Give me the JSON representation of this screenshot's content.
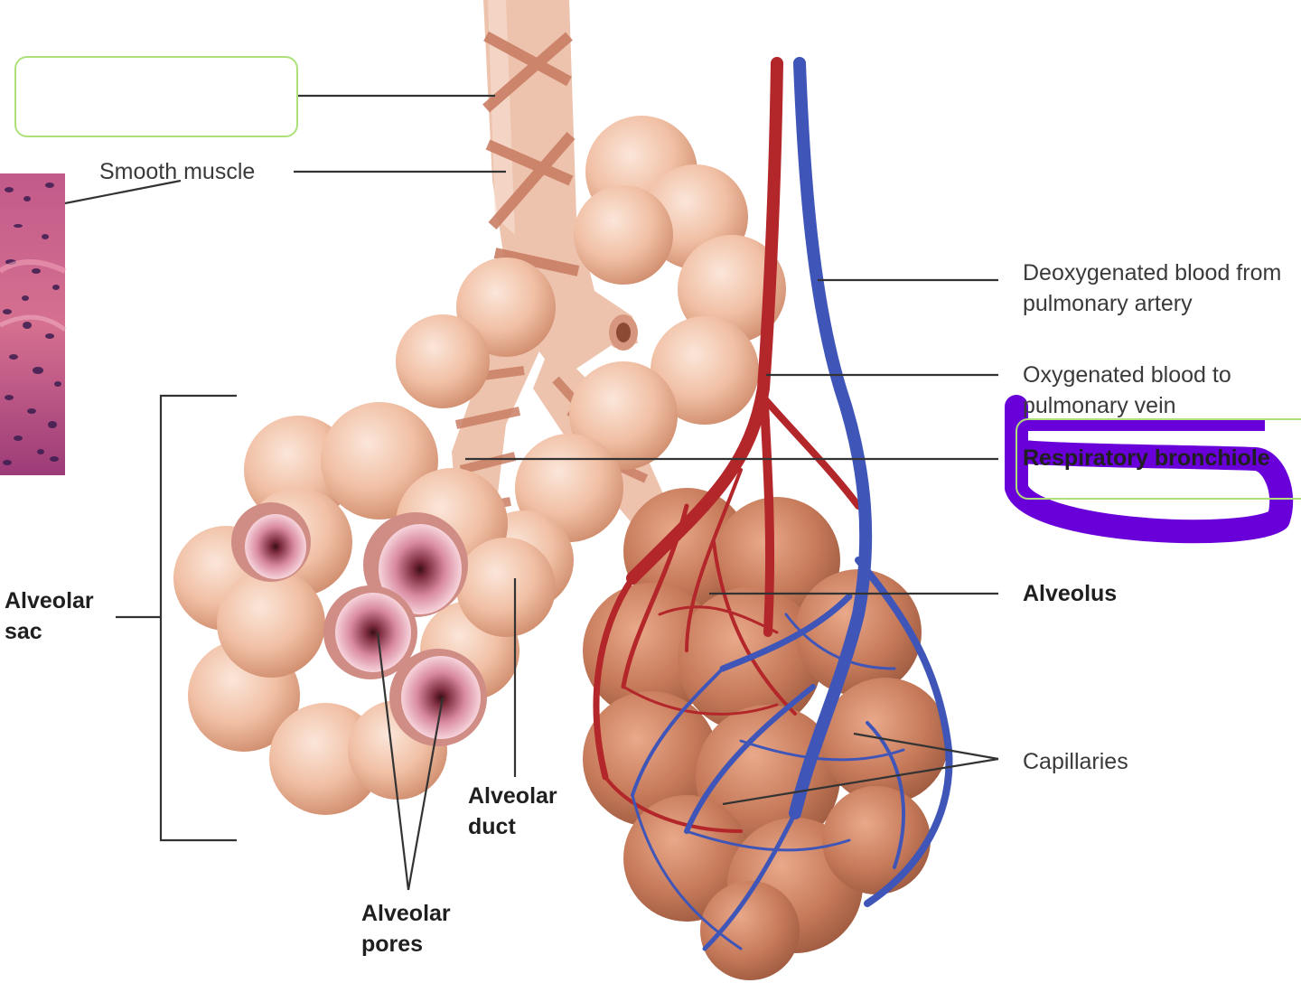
{
  "labels": {
    "smooth_muscle": "Smooth muscle",
    "deoxygenated_line1": "Deoxygenated blood from",
    "deoxygenated_line2": "pulmonary artery",
    "oxygenated_line1": "Oxygenated blood to",
    "oxygenated_line2": "pulmonary vein",
    "respiratory_bronchiole": "Respiratory bronchiole",
    "alveolus": "Alveolus",
    "capillaries": "Capillaries",
    "alveolar_sac_line1": "Alveolar",
    "alveolar_sac_line2": "sac",
    "alveolar_duct_line1": "Alveolar",
    "alveolar_duct_line2": "duct",
    "alveolar_pores_line1": "Alveolar",
    "alveolar_pores_line2": "pores"
  },
  "colors": {
    "alveoli": "#f2c2a8",
    "alveoli_shade": "#d99a7c",
    "bronchiole": "#e7b39d",
    "bronchiole_band": "#c97e64",
    "artery": "#b3262a",
    "vein": "#3f56b8",
    "answer_box_border": "#aee07a",
    "highlight_scribble": "#6a00d9",
    "histology": "#b4467a"
  },
  "icons": [
    "histology-micrograph",
    "alveolar-sac-illustration",
    "capillary-network-illustration",
    "highlighter-scribble"
  ]
}
